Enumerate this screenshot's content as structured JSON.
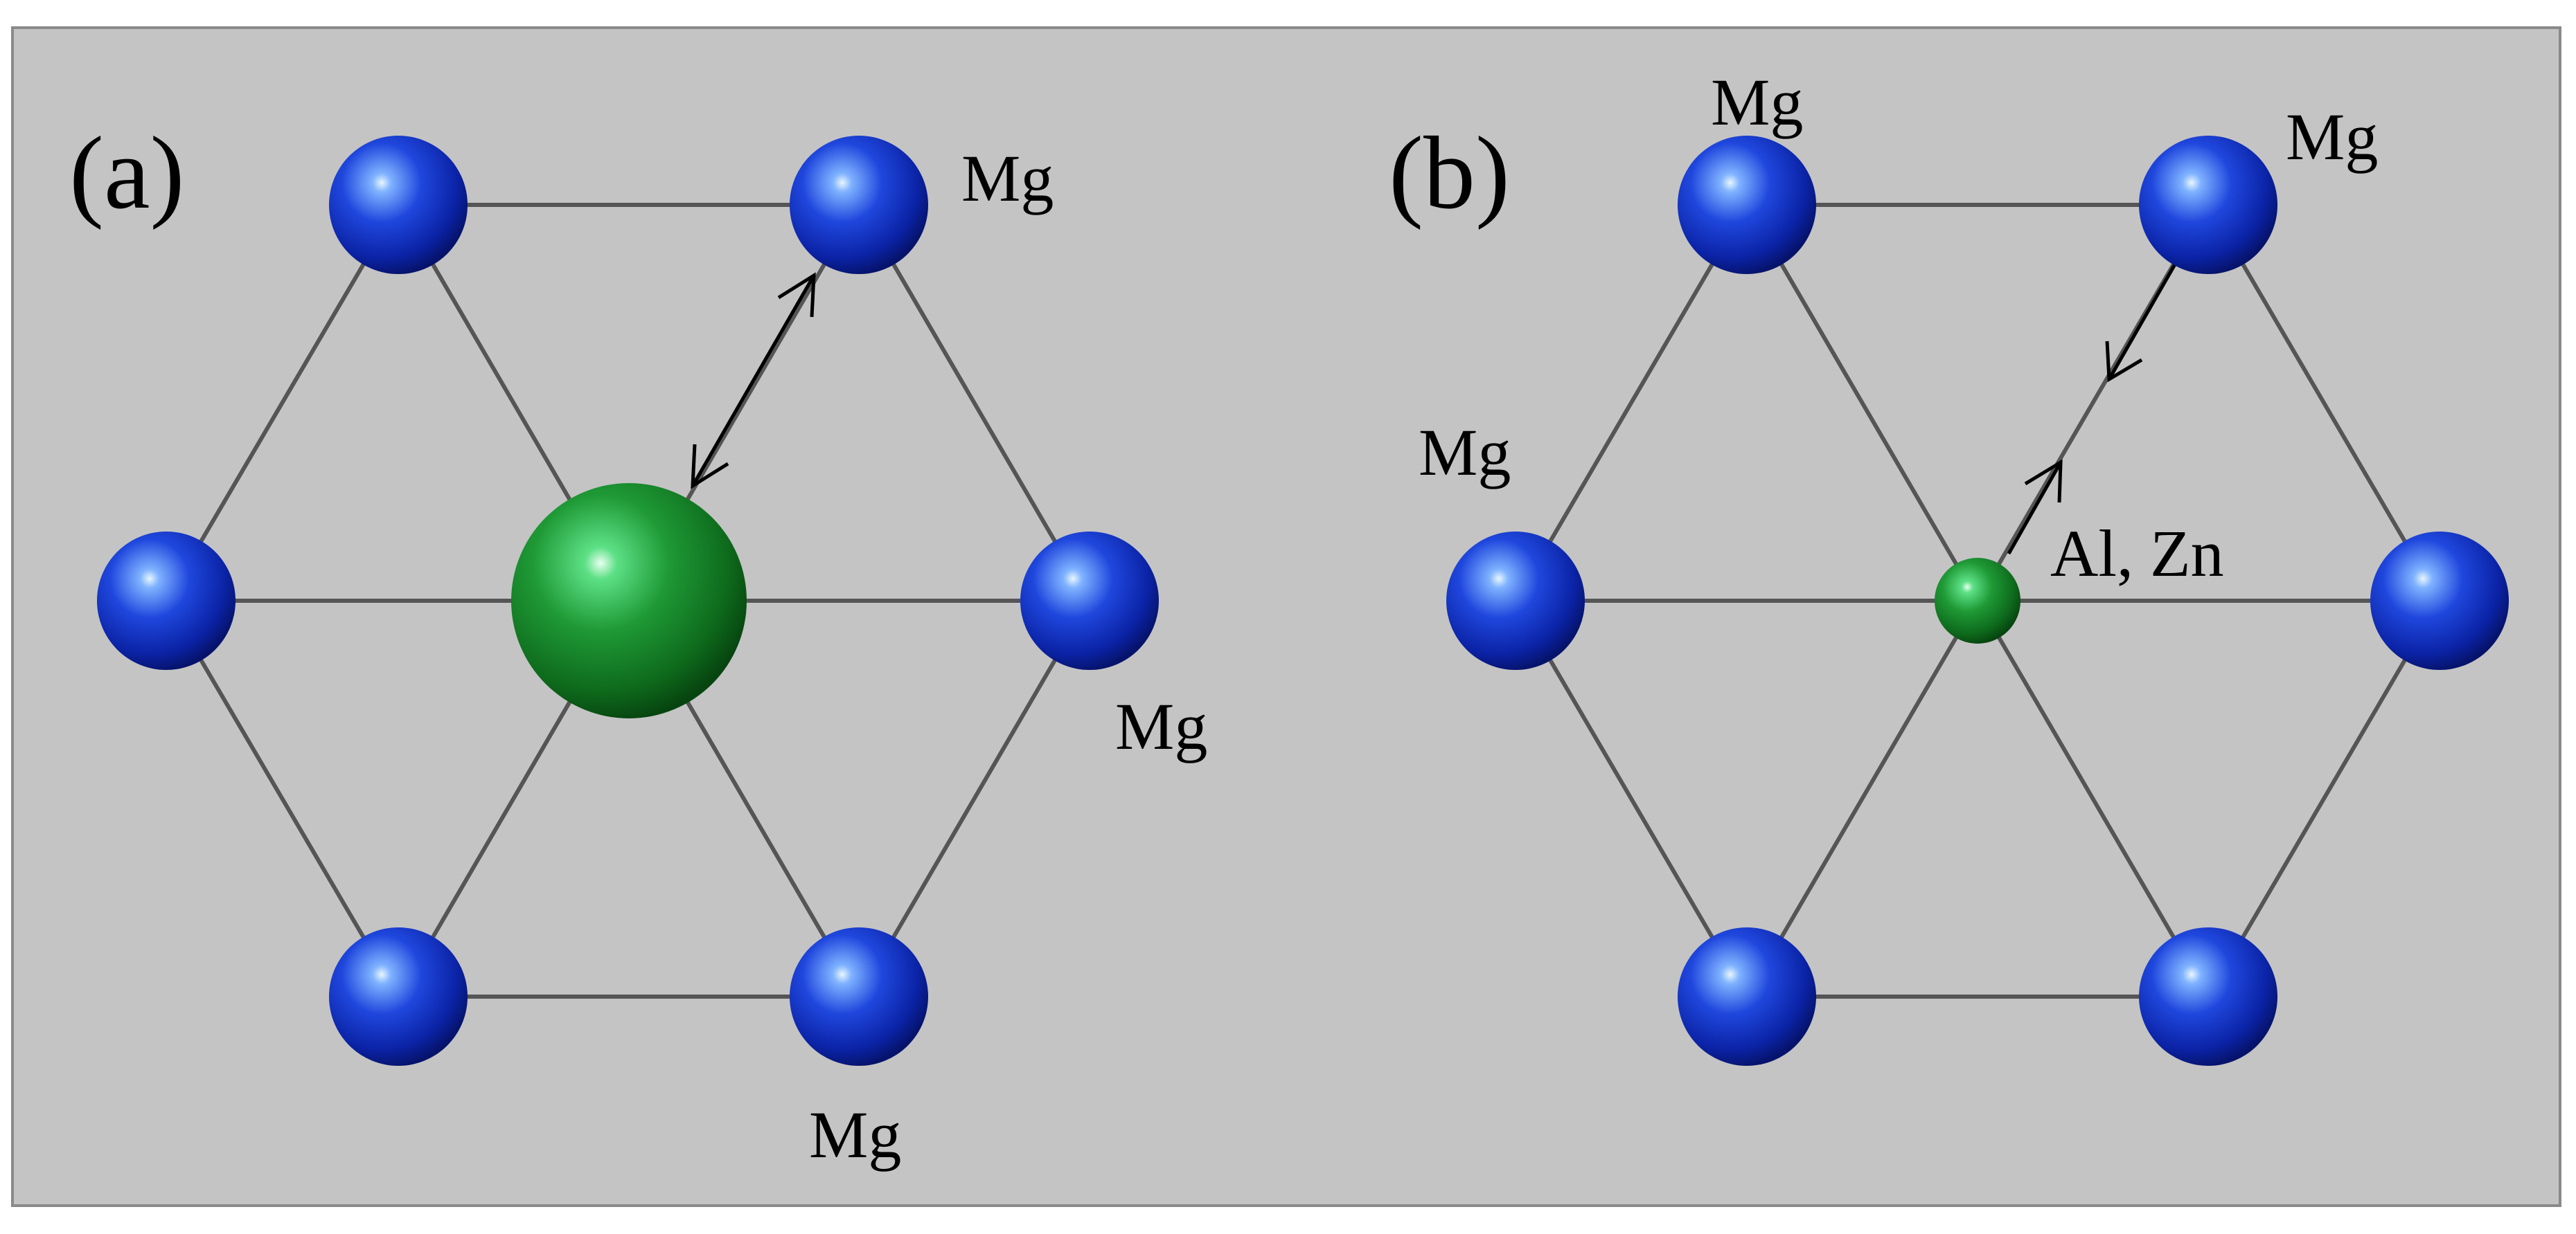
{
  "colors": {
    "background": "#c4c4c4",
    "bond": "#555555",
    "arrow": "#000000",
    "host_atom": "#1a3fd6",
    "solute_atom": "#1f8a2e"
  },
  "panels": [
    {
      "id": "a",
      "label": "(a)",
      "host_atom_labels": [
        "Mg",
        "Mg",
        "Mg"
      ],
      "center_atom_size": "large",
      "arrow_direction": "double-headed"
    },
    {
      "id": "b",
      "label": "(b)",
      "host_atom_labels": [
        "Mg",
        "Mg",
        "Mg"
      ],
      "center_atom_label": "Al, Zn",
      "center_atom_size": "small",
      "arrow_direction": "inward-and-outward"
    }
  ]
}
